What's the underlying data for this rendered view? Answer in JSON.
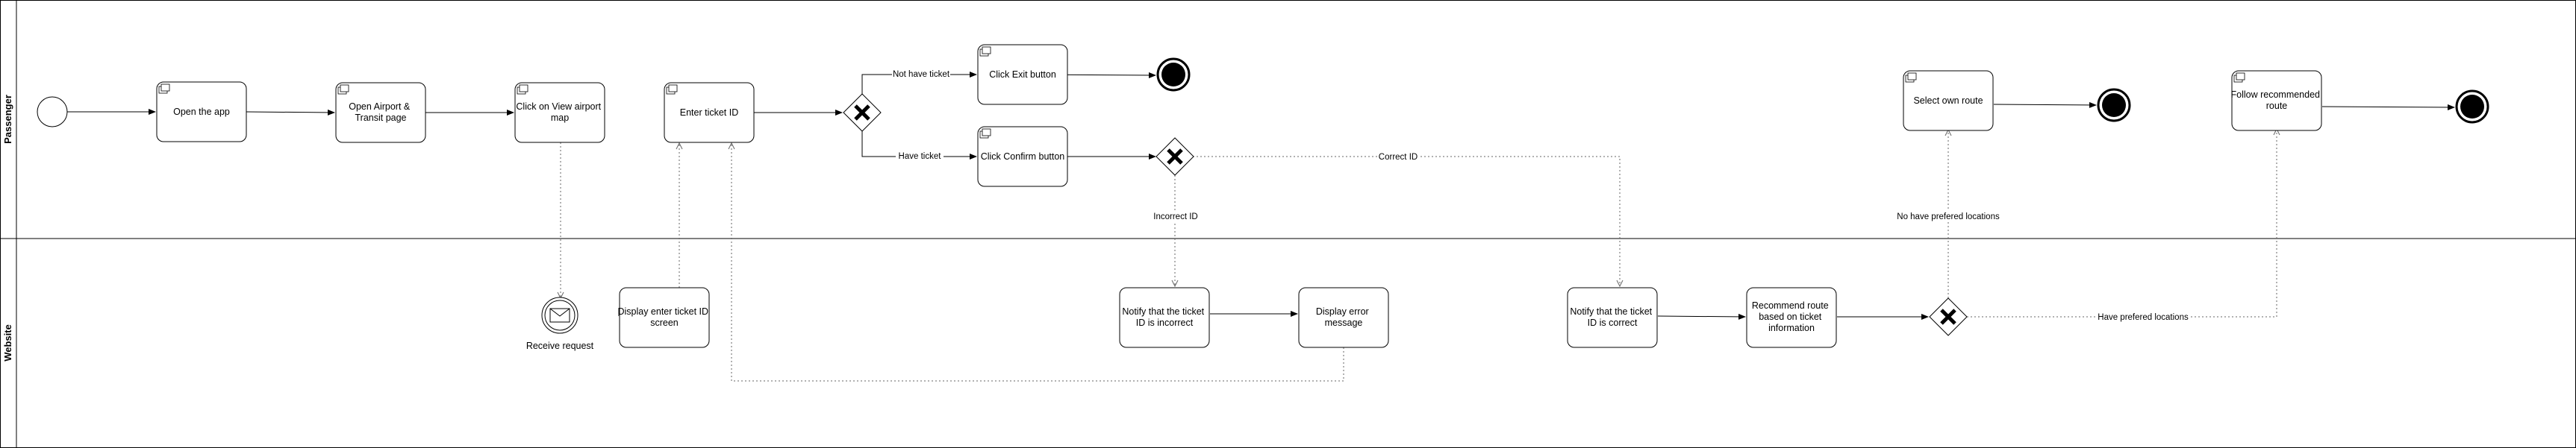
{
  "lanes": {
    "passenger": "Passenger",
    "website": "Website"
  },
  "tasks": {
    "open_app": "Open the app",
    "open_airport_transit": [
      "Open Airport &",
      "Transit page"
    ],
    "click_view_map": [
      "Click on View airport",
      "map"
    ],
    "enter_ticket_id": "Enter ticket ID",
    "click_exit": "Click Exit button",
    "click_confirm": "Click Confirm button",
    "select_own_route": "Select own route",
    "follow_recommended": [
      "Follow recommended",
      "route"
    ],
    "display_enter_ticket": [
      "Display enter ticket ID",
      "screen"
    ],
    "notify_incorrect": [
      "Notify that the ticket",
      "ID is incorrect"
    ],
    "display_error": [
      "Display error",
      "message"
    ],
    "notify_correct": [
      "Notify that the ticket",
      "ID is correct"
    ],
    "recommend_route": [
      "Recommend route",
      "based on ticket",
      "information"
    ]
  },
  "events": {
    "receive_request": "Receive request"
  },
  "edge_labels": {
    "not_have_ticket": "Not have ticket",
    "have_ticket": "Have ticket",
    "correct_id": "Correct ID",
    "incorrect_id": "Incorrect ID",
    "no_preferred": "No have prefered locations",
    "have_preferred": "Have prefered locations"
  },
  "colors": {
    "stroke": "#000000",
    "background": "#ffffff",
    "message_flow": "#666666"
  }
}
